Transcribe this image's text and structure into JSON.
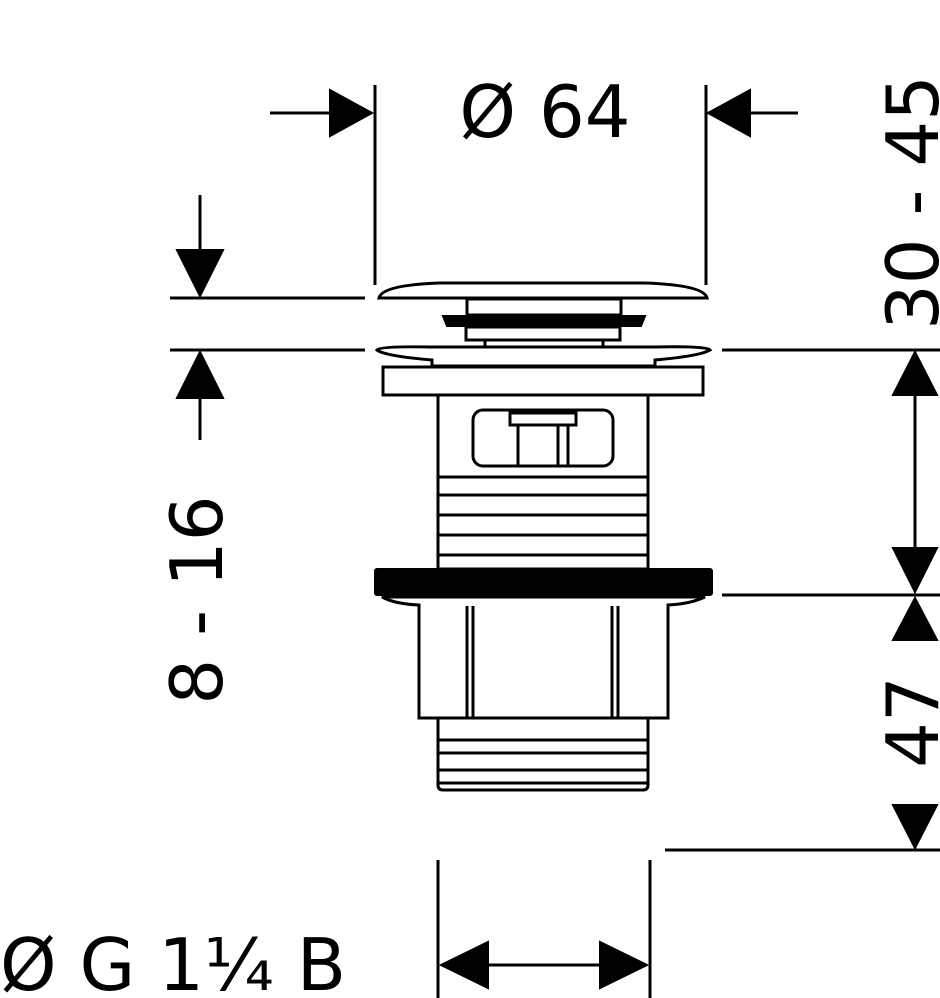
{
  "title": "Pop-up waste valve dimension drawing",
  "dimensions": {
    "diameter_top": "Ø 64",
    "height_range_left": "8 - 16",
    "height_range_right": "30 - 45",
    "height_lower": "47",
    "thread": "Ø G 1¼ B"
  },
  "colors": {
    "line": "#000000",
    "background": "#ffffff"
  }
}
